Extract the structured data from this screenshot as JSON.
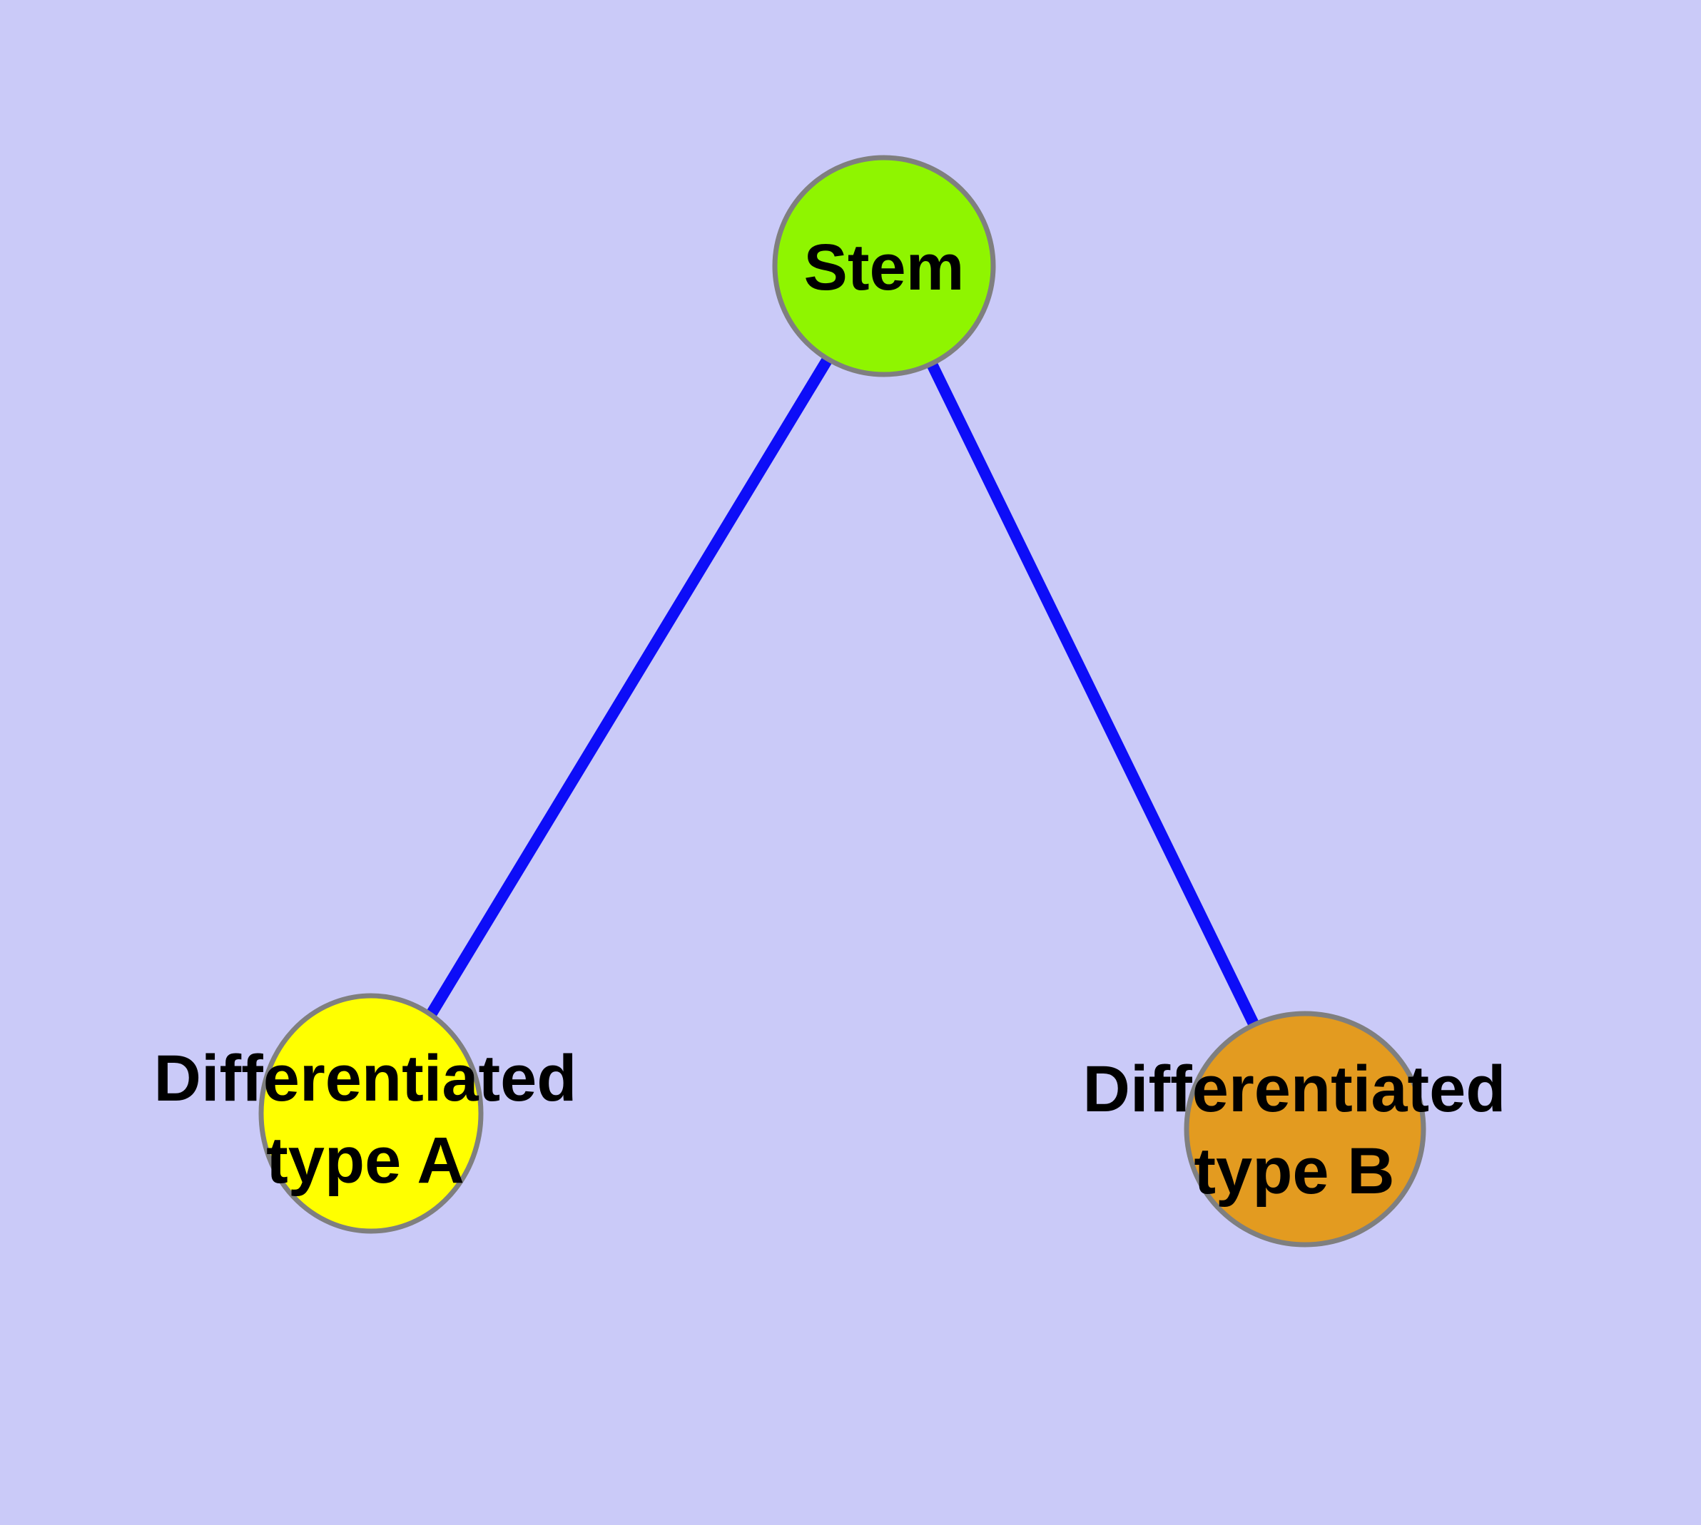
{
  "diagram": {
    "type": "graph",
    "background_color": "#CACAF8",
    "edge_color": "#0D0DF8",
    "node_border_color": "#7F7F7F",
    "label_color": "#000000",
    "nodes": [
      {
        "id": "stem",
        "label": "Stem",
        "fill": "#8FF500"
      },
      {
        "id": "differentiated-type-a",
        "label_line1": "Differentiated",
        "label_line2": "type A",
        "fill": "#FFFF00"
      },
      {
        "id": "differentiated-type-b",
        "label_line1": "Differentiated",
        "label_line2": "type B",
        "fill": "#E39B20"
      }
    ],
    "edges": [
      {
        "from": "Stem",
        "to": "Differentiated type A"
      },
      {
        "from": "Stem",
        "to": "Differentiated type B"
      }
    ]
  }
}
